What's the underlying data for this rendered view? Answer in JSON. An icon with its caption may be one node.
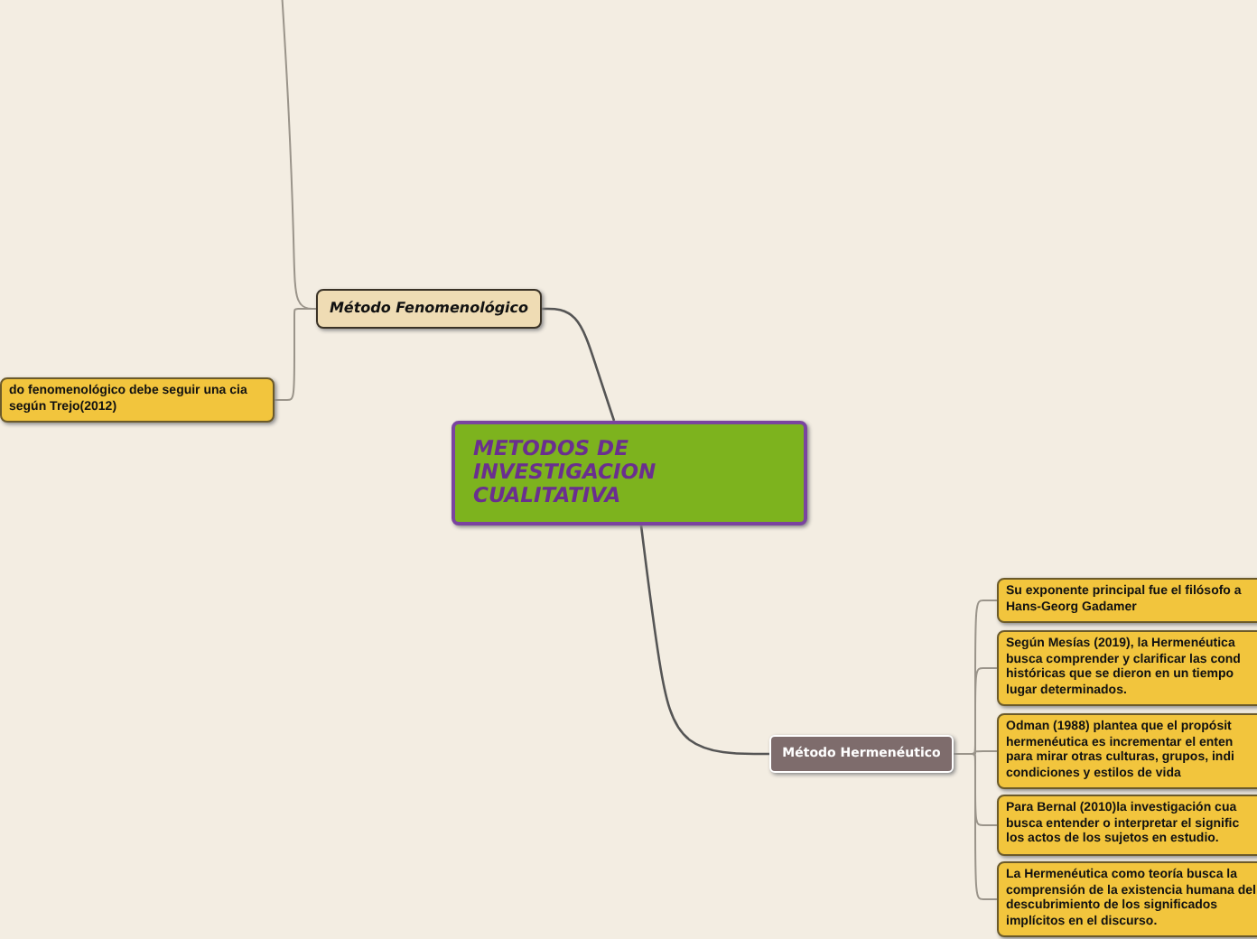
{
  "diagram": {
    "nodes": [
      {
        "text": [
          "METODOS DE INVESTIGACION CUALITATIVA"
        ]
      },
      {
        "text": [
          "Método Fenomenológico"
        ]
      },
      {
        "text": [
          "do fenomenológico debe seguir una cia según Trejo(2012)"
        ]
      },
      {
        "text": [
          "Método Hermenéutico"
        ]
      },
      {
        "text": [
          "Su exponente principal fue el filósofo a Hans-Georg Gadamer"
        ]
      },
      {
        "text": [
          "Según Mesías (2019), la Hermenéutica busca comprender y clarificar las cond históricas que se dieron en un tiempo lugar determinados."
        ]
      },
      {
        "text": [
          "Odman (1988) plantea que el propósit hermenéutica es incrementar el enten para mirar otras culturas, grupos, indi condiciones y estilos de vida"
        ]
      },
      {
        "text": [
          "Para Bernal (2010)la investigación cua busca entender o interpretar el signific los actos de los sujetos en estudio."
        ]
      },
      {
        "text": [
          "La Hermenéutica como teoría busca la comprensión de la existencia humana del descubrimiento de los significados implícitos en el discurso."
        ]
      }
    ],
    "edges": [
      {
        "from": 0,
        "to": 1,
        "arrow": "none"
      },
      {
        "from": 0,
        "to": 3,
        "arrow": "none"
      },
      {
        "from": 1,
        "to": null,
        "arrow": "none"
      },
      {
        "from": 1,
        "to": 2,
        "arrow": "none"
      },
      {
        "from": 3,
        "to": 4,
        "arrow": "none"
      },
      {
        "from": 3,
        "to": 5,
        "arrow": "none"
      },
      {
        "from": 3,
        "to": 6,
        "arrow": "none"
      },
      {
        "from": 3,
        "to": 7,
        "arrow": "none"
      },
      {
        "from": 3,
        "to": 8,
        "arrow": "none"
      }
    ]
  }
}
